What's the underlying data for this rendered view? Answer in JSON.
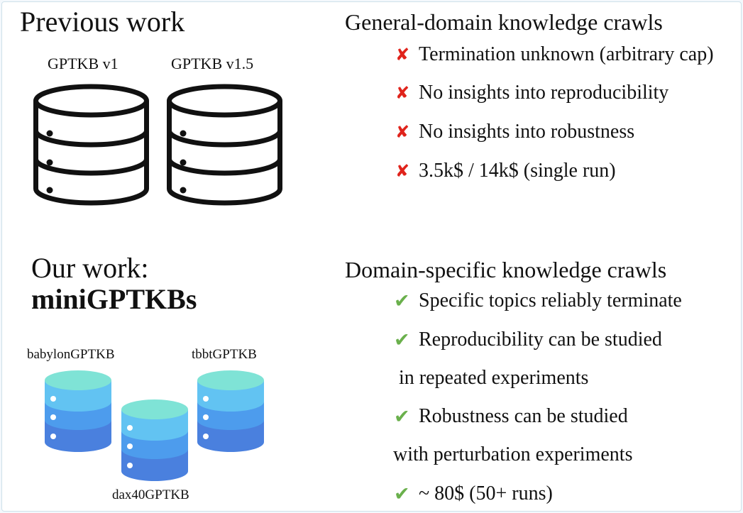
{
  "previous": {
    "title": "Previous work",
    "kb1_label": "GPTKB v1",
    "kb2_label": "GPTKB v1.5"
  },
  "ours": {
    "title_line1": "Our work:",
    "title_line2": "miniGPTKBs",
    "kb_babylon": "babylonGPTKB",
    "kb_tbbt": "tbbtGPTKB",
    "kb_dax": "dax40GPTKB"
  },
  "general": {
    "title": "General-domain knowledge crawls",
    "mark": "✘",
    "items": [
      "Termination unknown (arbitrary cap)",
      "No insights into reproducibility",
      "No insights into robustness",
      "3.5k$ / 14k$ (single run)"
    ]
  },
  "specific": {
    "title": "Domain-specific knowledge crawls",
    "mark": "✔",
    "item1": "Specific topics reliably terminate",
    "item2_line1": "Reproducibility can be studied",
    "item2_line2": "in repeated experiments",
    "item3_line1": "Robustness can be studied",
    "item3_line2": "with perturbation experiments",
    "item4": "~ 80$ (50+ runs)"
  },
  "colors": {
    "cross": "#e0231b",
    "check": "#6ab04c",
    "db_top": "#7fe3d6",
    "db_mid": "#62c3f2",
    "db_low": "#4d9ced",
    "db_bottom": "#4a80de"
  }
}
